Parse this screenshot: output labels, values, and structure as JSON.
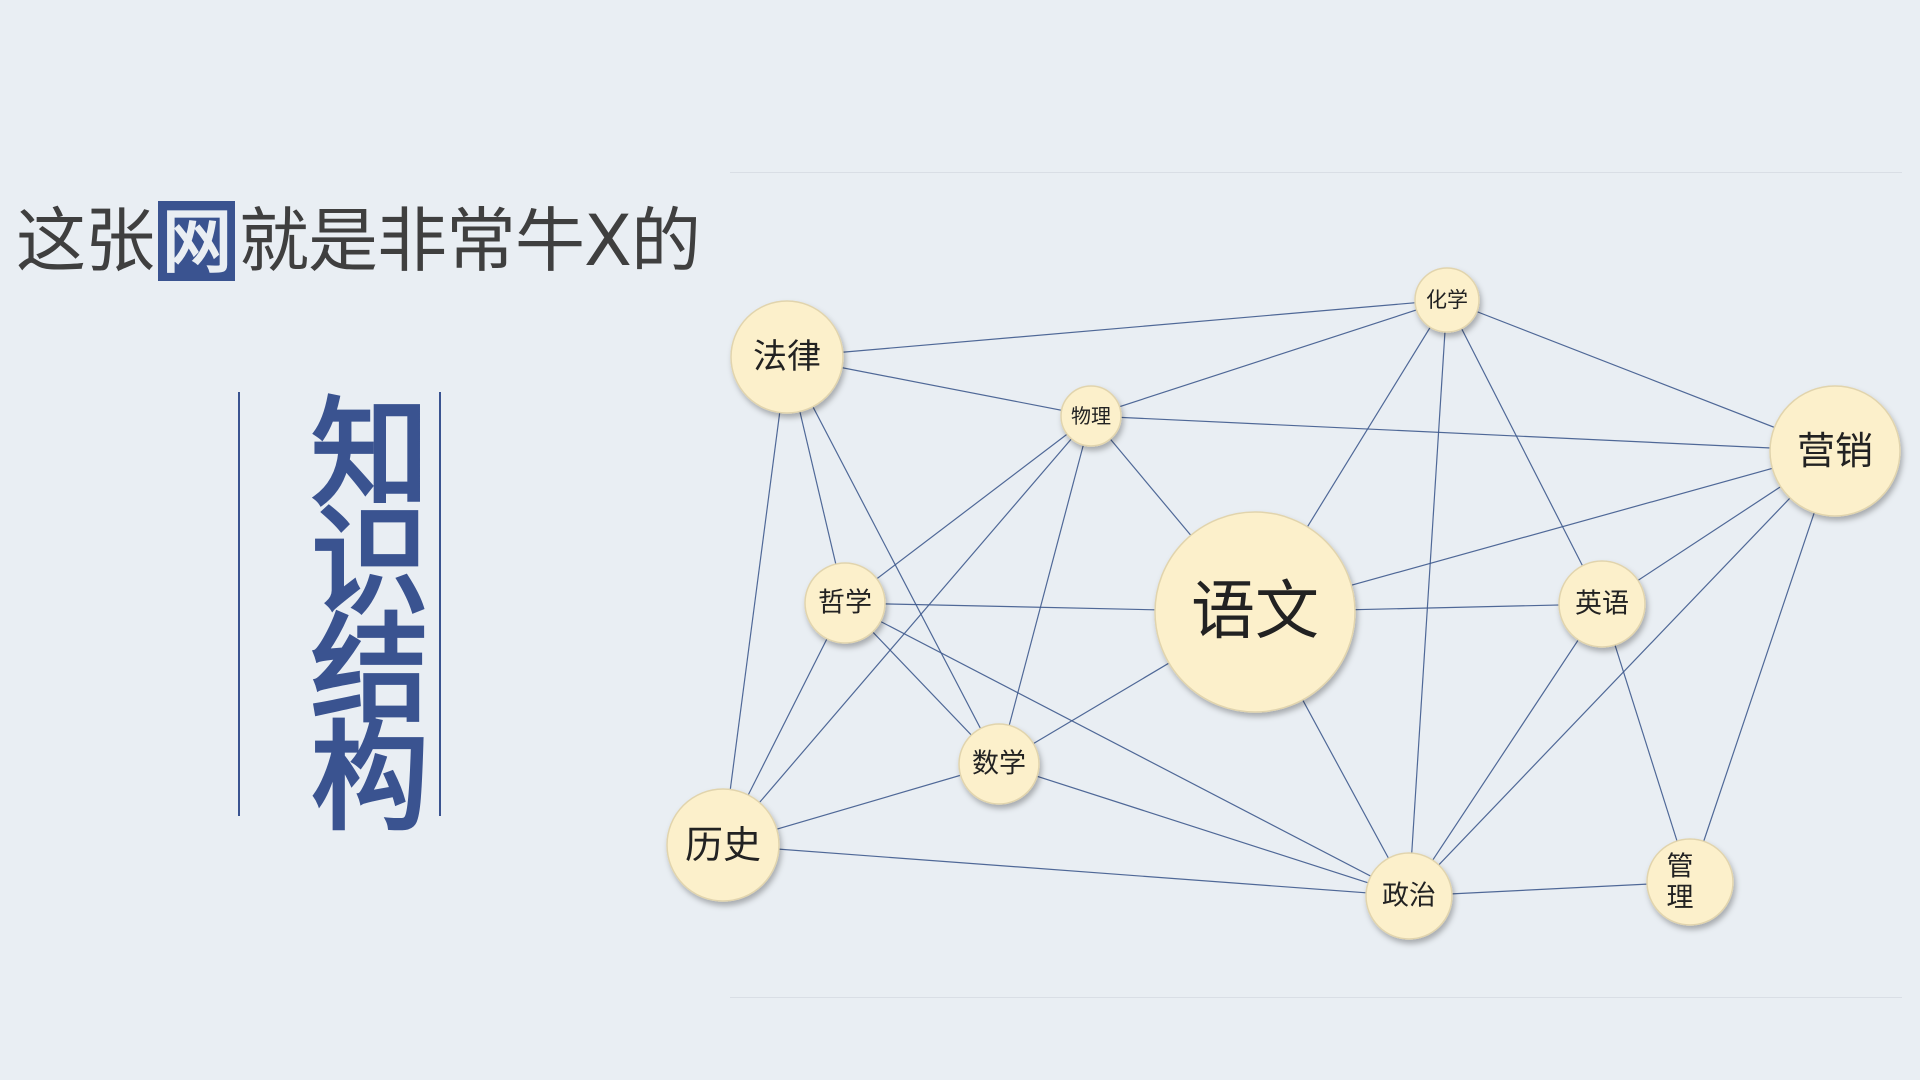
{
  "headline": {
    "prefix": "这张",
    "highlight": "网",
    "suffix": "就是非常牛X的"
  },
  "vertical_title": [
    "知",
    "识",
    "结",
    "构"
  ],
  "colors": {
    "background": "#e9eef3",
    "accent": "#3a5390",
    "node_fill": "#fcf0cb",
    "edge": "#3f5a8e"
  },
  "network": {
    "nodes": [
      {
        "id": "falv",
        "label": "法律"
      },
      {
        "id": "huaxue",
        "label": "化学"
      },
      {
        "id": "wuli",
        "label": "物理"
      },
      {
        "id": "yingxiao",
        "label": "营销"
      },
      {
        "id": "zhexue",
        "label": "哲学"
      },
      {
        "id": "yuwen",
        "label": "语文"
      },
      {
        "id": "yingyu",
        "label": "英语"
      },
      {
        "id": "shuxue",
        "label": "数学"
      },
      {
        "id": "lishi",
        "label": "历史"
      },
      {
        "id": "zhengzhi",
        "label": "政治"
      },
      {
        "id": "guanli",
        "label": "管\n理"
      }
    ],
    "edges": [
      [
        "falv",
        "huaxue"
      ],
      [
        "falv",
        "wuli"
      ],
      [
        "falv",
        "zhexue"
      ],
      [
        "falv",
        "shuxue"
      ],
      [
        "falv",
        "lishi"
      ],
      [
        "huaxue",
        "wuli"
      ],
      [
        "huaxue",
        "yingxiao"
      ],
      [
        "huaxue",
        "yuwen"
      ],
      [
        "huaxue",
        "yingyu"
      ],
      [
        "huaxue",
        "zhengzhi"
      ],
      [
        "wuli",
        "yingxiao"
      ],
      [
        "wuli",
        "zhexue"
      ],
      [
        "wuli",
        "yuwen"
      ],
      [
        "wuli",
        "shuxue"
      ],
      [
        "wuli",
        "lishi"
      ],
      [
        "yingxiao",
        "yuwen"
      ],
      [
        "yingxiao",
        "yingyu"
      ],
      [
        "yingxiao",
        "zhengzhi"
      ],
      [
        "yingxiao",
        "guanli"
      ],
      [
        "zhexue",
        "yuwen"
      ],
      [
        "zhexue",
        "shuxue"
      ],
      [
        "zhexue",
        "lishi"
      ],
      [
        "zhexue",
        "zhengzhi"
      ],
      [
        "yuwen",
        "yingyu"
      ],
      [
        "yuwen",
        "shuxue"
      ],
      [
        "yuwen",
        "zhengzhi"
      ],
      [
        "yingyu",
        "zhengzhi"
      ],
      [
        "yingyu",
        "guanli"
      ],
      [
        "shuxue",
        "lishi"
      ],
      [
        "shuxue",
        "zhengzhi"
      ],
      [
        "lishi",
        "zhengzhi"
      ],
      [
        "zhengzhi",
        "guanli"
      ]
    ]
  }
}
